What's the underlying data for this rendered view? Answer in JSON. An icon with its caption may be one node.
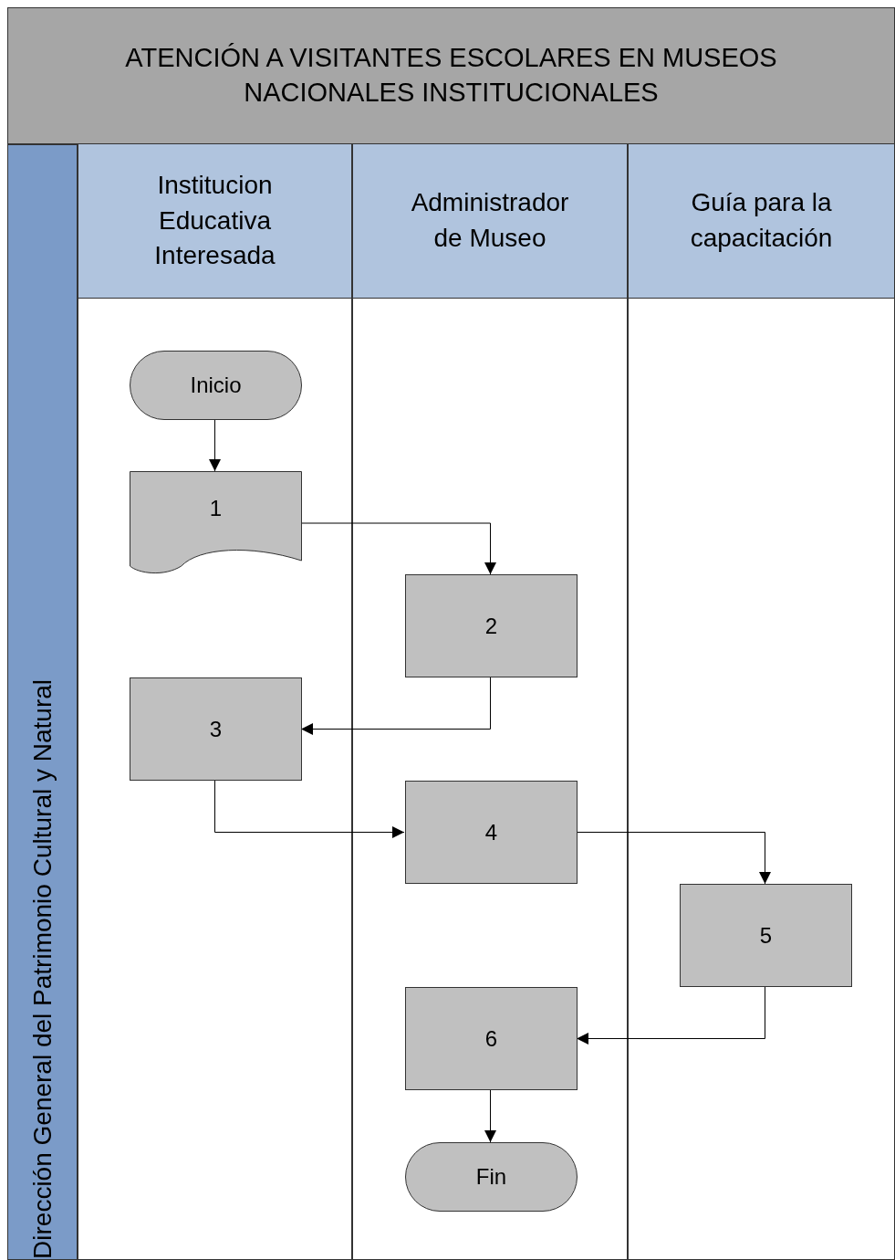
{
  "diagram": {
    "title": "ATENCIÓN A VISITANTES ESCOLARES EN MUSEOS NACIONALES INSTITUCIONALES",
    "nodes": [
      {
        "text": [
          "Dirección General del Patrimonio Cultural y Natural"
        ]
      },
      {
        "text": [
          "Institucion Educativa Interesada"
        ]
      },
      {
        "text": [
          "Administrador de Museo"
        ]
      },
      {
        "text": [
          "Guía para la capacitación"
        ]
      },
      {
        "text": [
          "Inicio"
        ],
        "in": 1
      },
      {
        "text": [
          "1"
        ],
        "in": 1
      },
      {
        "text": [
          "2"
        ],
        "in": 2
      },
      {
        "text": [
          "3"
        ],
        "in": 1
      },
      {
        "text": [
          "4"
        ],
        "in": 2
      },
      {
        "text": [
          "5"
        ],
        "in": 3
      },
      {
        "text": [
          "6"
        ],
        "in": 2
      },
      {
        "text": [
          "Fin"
        ],
        "in": 2
      }
    ],
    "edges": [
      {
        "from": 4,
        "to": 5,
        "arrow": "to"
      },
      {
        "from": 5,
        "to": 6,
        "arrow": "to"
      },
      {
        "from": 6,
        "to": 7,
        "arrow": "to"
      },
      {
        "from": 7,
        "to": 8,
        "arrow": "to"
      },
      {
        "from": 8,
        "to": 9,
        "arrow": "to"
      },
      {
        "from": 9,
        "to": 10,
        "arrow": "to"
      },
      {
        "from": 10,
        "to": 11,
        "arrow": "to"
      }
    ]
  }
}
